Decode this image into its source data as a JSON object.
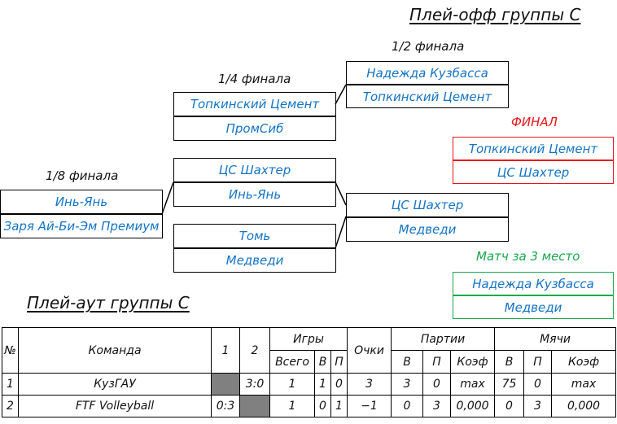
{
  "titles": {
    "playoff": "Плей-офф группы С",
    "playout": "Плей-аут группы С"
  },
  "rounds": {
    "r8": "1/8 финала",
    "r4": "1/4 финала",
    "r2": "1/2 финала",
    "final": "ФИНАЛ",
    "third": "Матч за 3 место"
  },
  "bracket": {
    "r8": [
      "Инь-Янь",
      "Заря Ай-Би-Эм Премиум"
    ],
    "r4_a": [
      "Топкинский Цемент",
      "ПромСиб"
    ],
    "r4_b": [
      "ЦС Шахтер",
      "Инь-Янь"
    ],
    "r4_c": [
      "Томь",
      "Медведи"
    ],
    "r2_a": [
      "Надежда Кузбасса",
      "Топкинский Цемент"
    ],
    "r2_b": [
      "ЦС Шахтер",
      "Медведи"
    ],
    "final": [
      "Топкинский Цемент",
      "ЦС Шахтер"
    ],
    "third": [
      "Надежда Кузбасса",
      "Медведи"
    ]
  },
  "colors": {
    "team_text": "#1573c4",
    "final": "#e8141b",
    "third": "#18a84a"
  },
  "table": {
    "h_num": "№",
    "h_team": "Команда",
    "h_1": "1",
    "h_2": "2",
    "h_games": "Игры",
    "h_points": "Очки",
    "h_sets": "Партии",
    "h_balls": "Мячи",
    "h_total": "Всего",
    "h_w": "В",
    "h_l": "П",
    "h_coef": "Коэф",
    "rows": [
      {
        "num": "1",
        "team": "КузГАУ",
        "c1": "",
        "c2": "3:0",
        "g_total": "1",
        "g_w": "1",
        "g_l": "0",
        "points": "3",
        "s_w": "3",
        "s_l": "0",
        "s_coef": "max",
        "b_w": "75",
        "b_l": "0",
        "b_coef": "max"
      },
      {
        "num": "2",
        "team": "FTF Volleyball",
        "c1": "0:3",
        "c2": "",
        "g_total": "1",
        "g_w": "0",
        "g_l": "1",
        "points": "−1",
        "s_w": "0",
        "s_l": "3",
        "s_coef": "0,000",
        "b_w": "0",
        "b_l": "3",
        "b_coef": "0,000"
      }
    ]
  }
}
